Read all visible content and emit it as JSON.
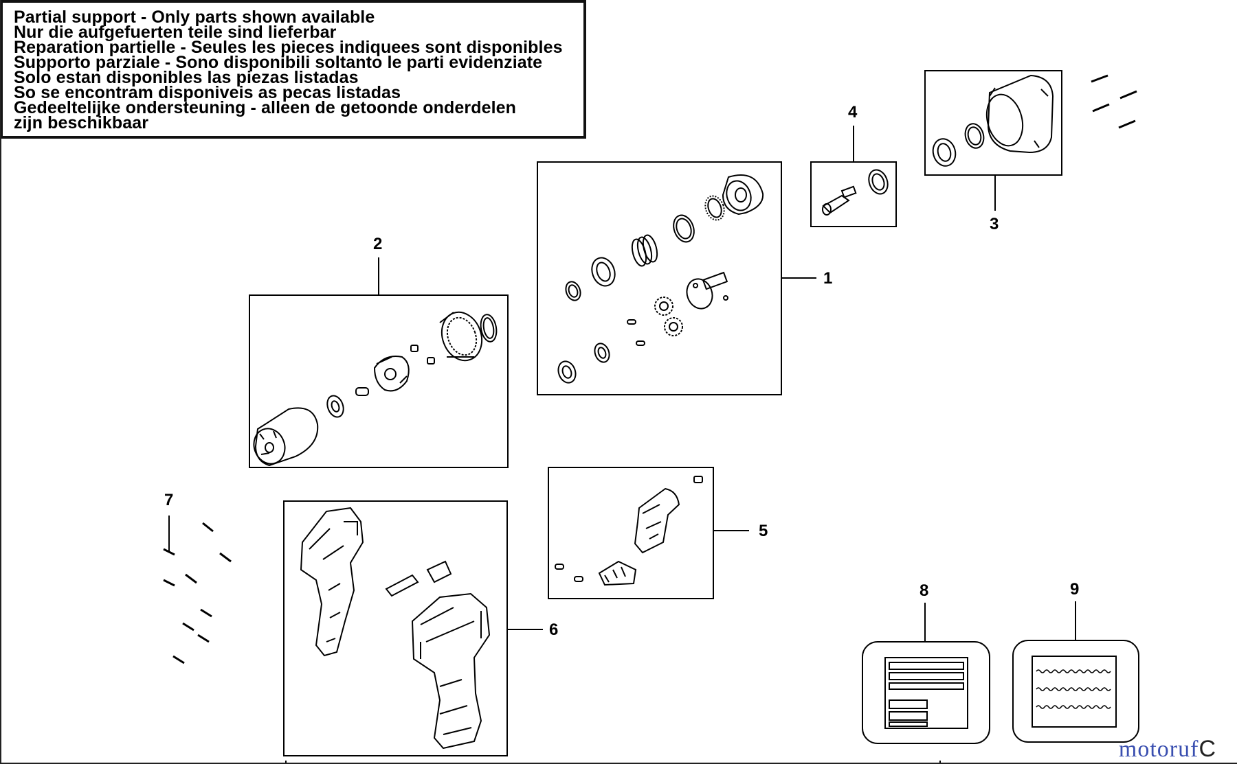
{
  "notice": {
    "lines": [
      "Partial support - Only parts shown available",
      "Nur die aufgefuerten teile sind lieferbar",
      "Reparation partielle - Seules les pieces indiquees sont disponibles",
      "Supporto parziale - Sono disponibili soltanto le parti evidenziate",
      "Solo estan disponibles las piezas listadas",
      "So se encontram disponiveis as pecas listadas",
      "Gedeeltelijke ondersteuning - alleen de getoonde onderdelen",
      "zijn beschikbaar"
    ]
  },
  "callouts": {
    "c1": "1",
    "c2": "2",
    "c3": "3",
    "c4": "4",
    "c5": "5",
    "c6": "6",
    "c7": "7",
    "c8": "8",
    "c9": "9"
  },
  "watermark": {
    "text": "motoruf",
    "suffix": "C"
  },
  "colors": {
    "line": "#000000",
    "background": "#ffffff"
  }
}
